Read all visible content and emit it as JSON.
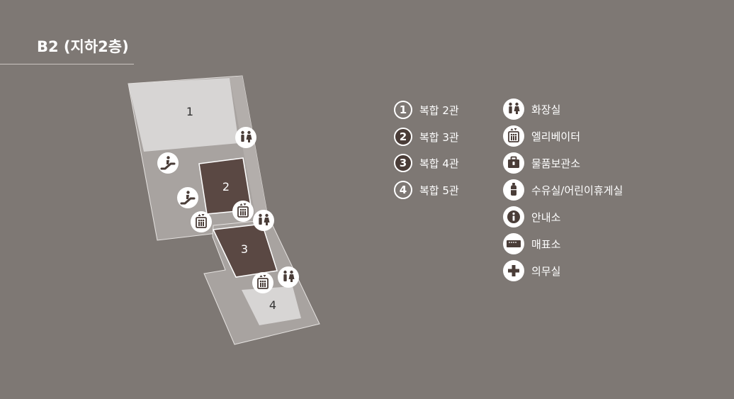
{
  "floor": {
    "title": "B2 (지하2층)"
  },
  "colors": {
    "background": "#7e7874",
    "zone_light": "#d7d5d4",
    "zone_dark": "#5a4843",
    "floor_base": "#a8a3a0",
    "outline": "#e6e3e1",
    "icon_dark": "#4a3d38"
  },
  "zones": [
    {
      "number": "1",
      "label": "복합 2관",
      "style": "light"
    },
    {
      "number": "2",
      "label": "복합 3관",
      "style": "dark"
    },
    {
      "number": "3",
      "label": "복합 4관",
      "style": "dark"
    },
    {
      "number": "4",
      "label": "복합 5관",
      "style": "light"
    }
  ],
  "facilities": [
    {
      "icon": "restroom-icon",
      "label": "화장실"
    },
    {
      "icon": "elevator-icon",
      "label": "엘리베이터"
    },
    {
      "icon": "locker-icon",
      "label": "물품보관소"
    },
    {
      "icon": "nursing-room-icon",
      "label": "수유실/어린이휴게실"
    },
    {
      "icon": "info-icon",
      "label": "안내소"
    },
    {
      "icon": "ticket-office-icon",
      "label": "매표소"
    },
    {
      "icon": "first-aid-icon",
      "label": "의무실"
    }
  ]
}
